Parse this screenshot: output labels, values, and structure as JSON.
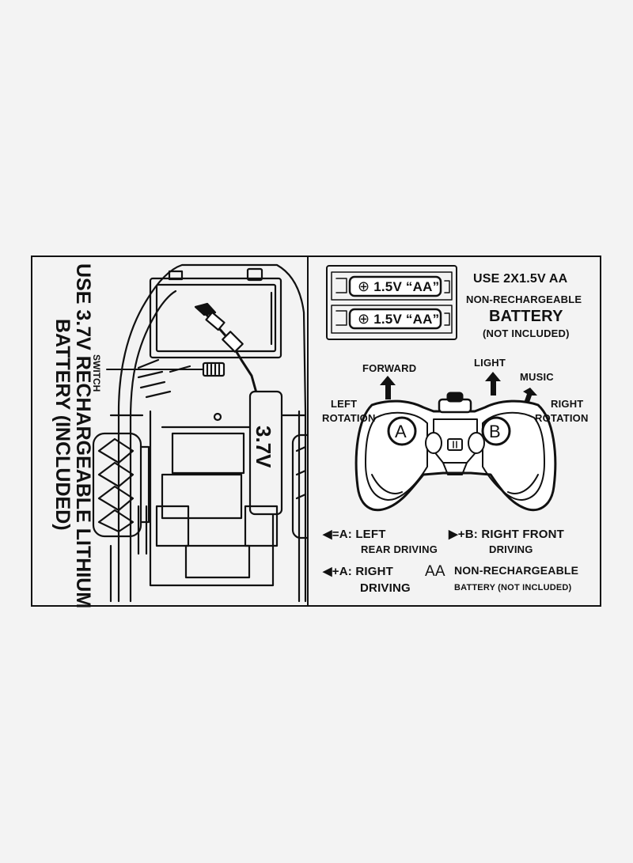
{
  "left_panel": {
    "title_line1": "USE 3.7V RECHARGEABLE LITHIUM",
    "title_line2": "BATTERY (INCLUDED)",
    "switch_label": "SWITCH",
    "battery_label": "3.7V"
  },
  "right_panel": {
    "battery_box": {
      "cell1": "1.5V “AA”",
      "cell2": "1.5V “AA”",
      "plus_symbol": "⊕"
    },
    "battery_note": {
      "line1": "USE 2X1.5V AA",
      "line2": "NON-RECHARGEABLE",
      "line3": "BATTERY",
      "line4": "(NOT INCLUDED)"
    },
    "controller_labels": {
      "forward": "FORWARD",
      "light": "LIGHT",
      "music": "MUSIC",
      "left_rotation_1": "LEFT",
      "left_rotation_2": "ROTATION",
      "right_rotation_1": "RIGHT",
      "right_rotation_2": "ROTATION",
      "button_a": "A",
      "button_b": "B"
    },
    "legend": {
      "left_a_key": "◀=A:",
      "left_a_1": "LEFT",
      "left_a_2": "REAR DRIVING",
      "right_b_key": "▶+B:",
      "right_b_1": "RIGHT FRONT",
      "right_b_2": "DRIVING",
      "left_plus_a_key": "◀+A:",
      "left_plus_a_1": "RIGHT",
      "left_plus_a_2": "DRIVING",
      "aa_symbol": "AA",
      "aa_1": "NON-RECHARGEABLE",
      "aa_2": "BATTERY (NOT INCLUDED)"
    }
  }
}
